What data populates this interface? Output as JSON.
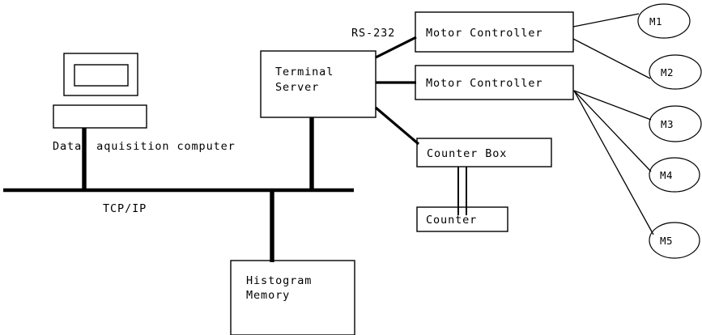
{
  "diagram": {
    "title": "Data acquisition system block diagram",
    "background_color": "#ffffff",
    "line_color": "#000000",
    "nodes": {
      "computer": {
        "label": "Data  aquisition computer",
        "monitor_name": "crt-monitor",
        "base_name": "computer-base"
      },
      "terminal_server": {
        "line1": "Terminal",
        "line2": "Server"
      },
      "motor_controller_1": {
        "label": "Motor Controller"
      },
      "motor_controller_2": {
        "label": "Motor Controller"
      },
      "counter_box": {
        "label": "Counter Box"
      },
      "counter": {
        "label": "Counter"
      },
      "histogram_memory": {
        "line1": "Histogram",
        "line2": "Memory"
      },
      "motors": [
        {
          "label": "M1"
        },
        {
          "label": "M2"
        },
        {
          "label": "M3"
        },
        {
          "label": "M4"
        },
        {
          "label": "M5"
        }
      ]
    },
    "links": {
      "network_bus_label": "TCP/IP",
      "serial_label": "RS-232"
    }
  }
}
